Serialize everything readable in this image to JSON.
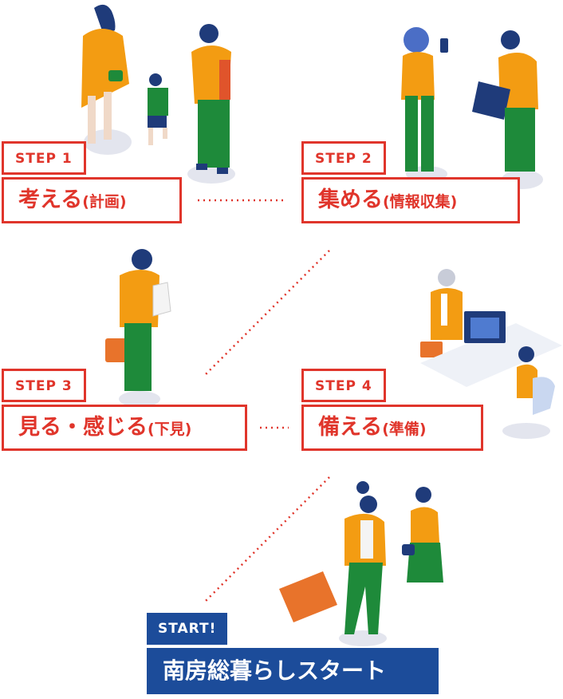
{
  "steps": [
    {
      "tag": "STEP 1",
      "title": "考える",
      "sub": "(計画)"
    },
    {
      "tag": "STEP 2",
      "title": "集める",
      "sub": "(情報収集)"
    },
    {
      "tag": "STEP 3",
      "title": "見る・感じる",
      "sub": "(下見)"
    },
    {
      "tag": "STEP 4",
      "title": "備える",
      "sub": "(準備)"
    }
  ],
  "start": {
    "tag": "START!",
    "title": "南房総暮らしスタート"
  },
  "colors": {
    "red": "#e0352b",
    "blue": "#1c4c9a",
    "orange": "#f39c12",
    "green": "#1e8a3a",
    "navy": "#1f3b7a"
  }
}
